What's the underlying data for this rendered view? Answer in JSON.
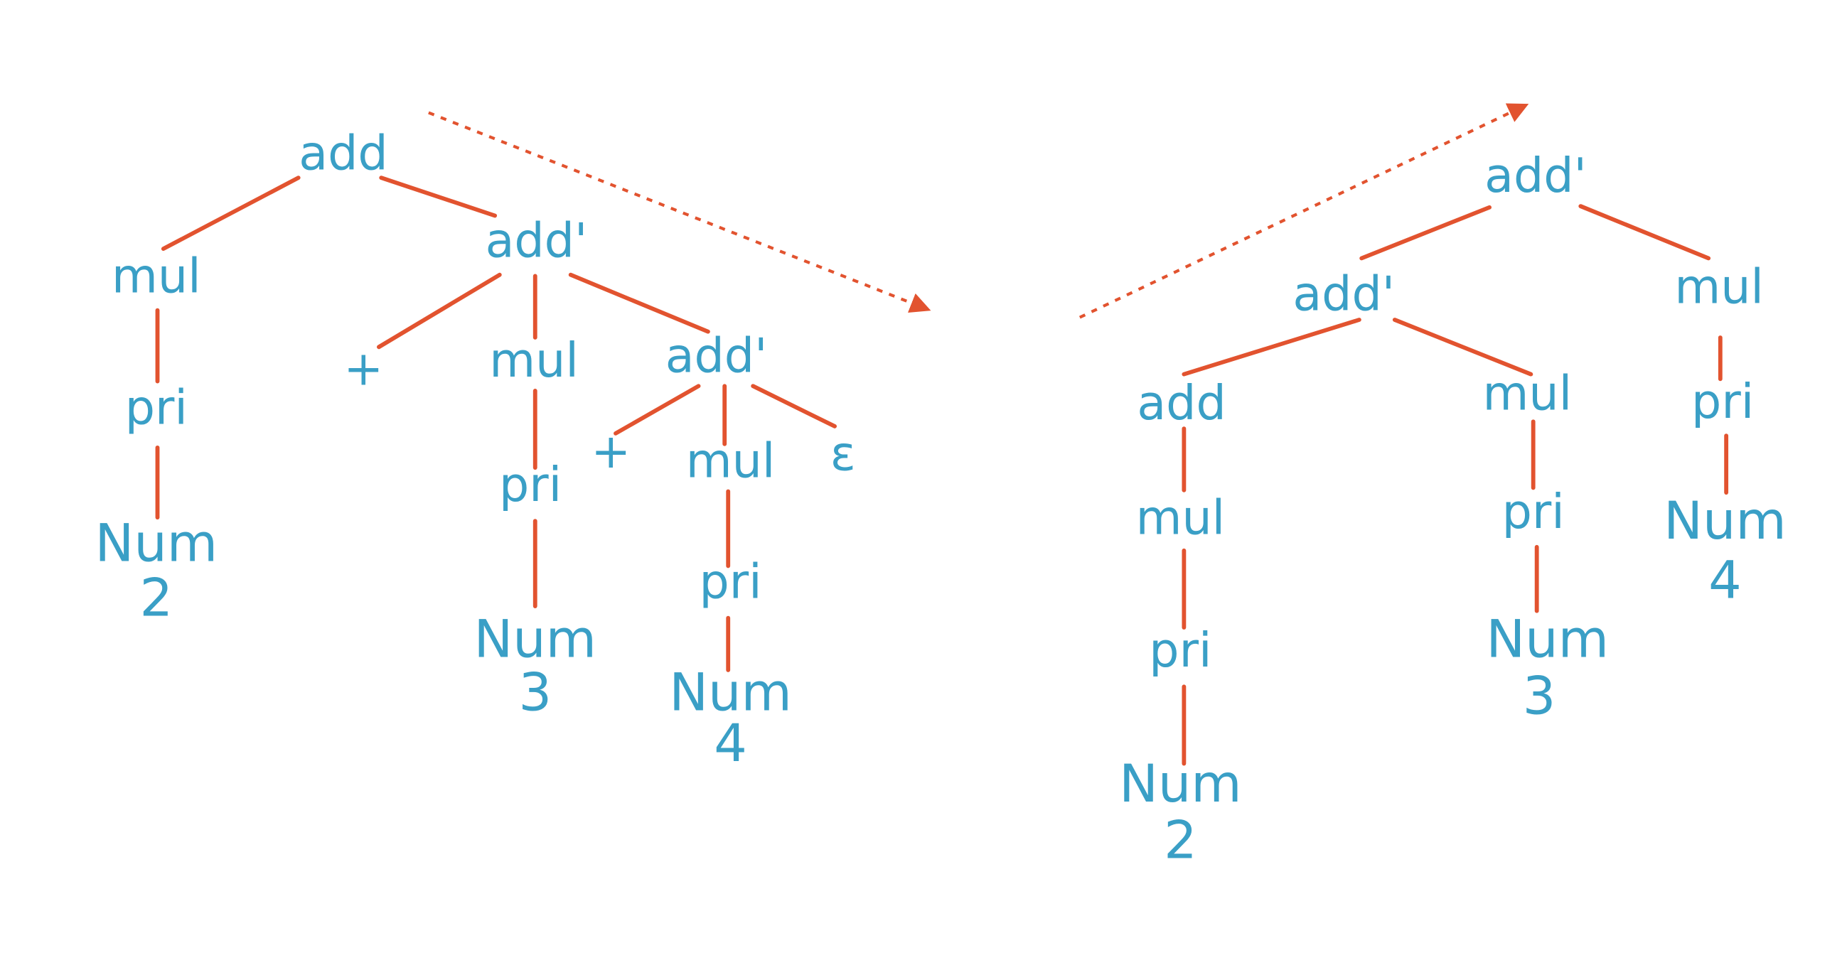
{
  "colors": {
    "node_text": "#3a9fc6",
    "edge": "#e2532f"
  },
  "left_tree": {
    "nodes": [
      {
        "label": "add"
      },
      {
        "label": "mul"
      },
      {
        "label": "add'"
      },
      {
        "label": "pri"
      },
      {
        "label": "Num",
        "value": "2"
      },
      {
        "label": "+"
      },
      {
        "label": "mul"
      },
      {
        "label": "add'"
      },
      {
        "label": "pri"
      },
      {
        "label": "Num",
        "value": "3"
      },
      {
        "label": "+"
      },
      {
        "label": "mul"
      },
      {
        "label": "ε"
      },
      {
        "label": "pri"
      },
      {
        "label": "Num",
        "value": "4"
      }
    ]
  },
  "right_tree": {
    "nodes": [
      {
        "label": "add'"
      },
      {
        "label": "add'"
      },
      {
        "label": "mul"
      },
      {
        "label": "add"
      },
      {
        "label": "mul"
      },
      {
        "label": "pri"
      },
      {
        "label": "mul"
      },
      {
        "label": "pri"
      },
      {
        "label": "Num",
        "value": "4"
      },
      {
        "label": "pri"
      },
      {
        "label": "Num",
        "value": "3"
      },
      {
        "label": "pri"
      },
      {
        "label": "Num",
        "value": "2"
      }
    ]
  }
}
